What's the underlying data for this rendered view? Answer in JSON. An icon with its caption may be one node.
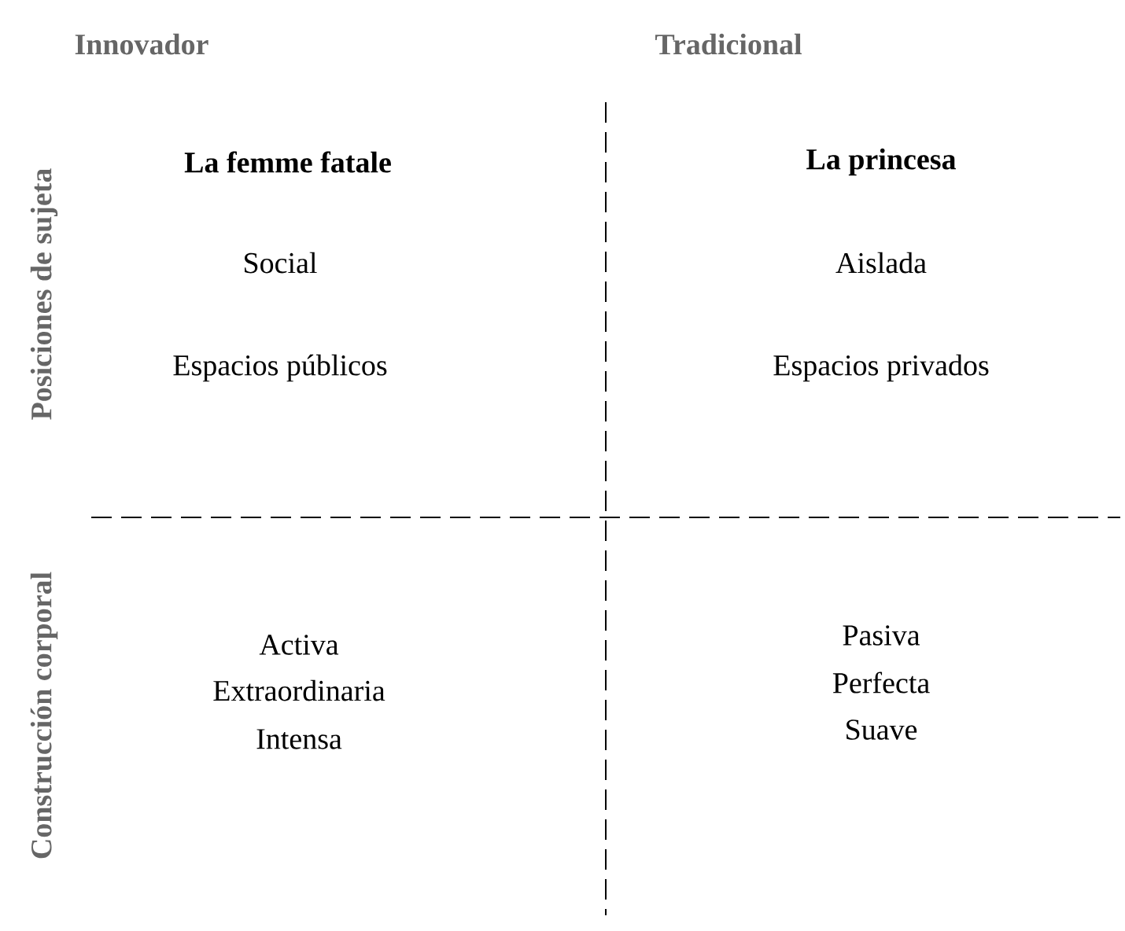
{
  "diagram": {
    "labels": [
      "Innovador",
      "Tradicional",
      "Posiciones de sujeta",
      "La femme fatale",
      "La princesa",
      "Social",
      "Aislada",
      "Espacios públicos",
      "Espacios privados",
      "Construcción corporal",
      "Activa",
      "Pasiva",
      "Extraordinaria",
      "Perfecta",
      "Intensa",
      "Suave"
    ]
  }
}
